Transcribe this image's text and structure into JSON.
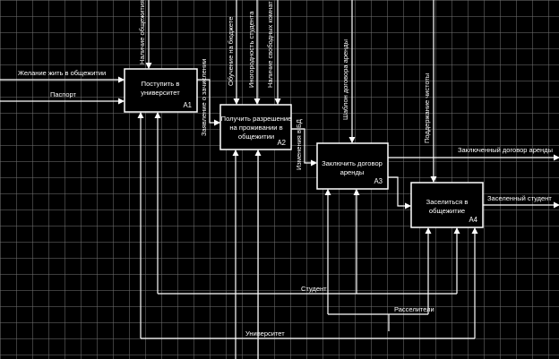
{
  "blocks": [
    {
      "id": "A1",
      "lines": [
        "Поступить в",
        "университет"
      ]
    },
    {
      "id": "A2",
      "lines": [
        "Получить разрешение",
        "на проживании в",
        "общежитии"
      ]
    },
    {
      "id": "A3",
      "lines": [
        "Заключить договор",
        "аренды"
      ]
    },
    {
      "id": "A4",
      "lines": [
        "Заселиться в",
        "общежитие"
      ]
    }
  ],
  "arrows": {
    "input_desire": "Желание жить в общежитии",
    "input_passport": "Паспорт",
    "ctrl_dorm_presence": "Наличие общежития",
    "ctrl_budget": "Обучение на бюджете",
    "ctrl_nonresident": "Иногородность студента",
    "ctrl_free_rooms": "Наличие свободных комнат",
    "out_enrollment": "Заявление о зачислении",
    "out_db_changes": "Изменения в БД",
    "ctrl_lease_template": "Шаблон договора аренды",
    "ctrl_cleanliness": "Поддержание чистоты",
    "out_contract": "Заключенный договор аренды",
    "out_settled": "Заселенный студент",
    "mech_student": "Студент",
    "mech_settlers": "Расселители",
    "mech_university": "Университет"
  }
}
